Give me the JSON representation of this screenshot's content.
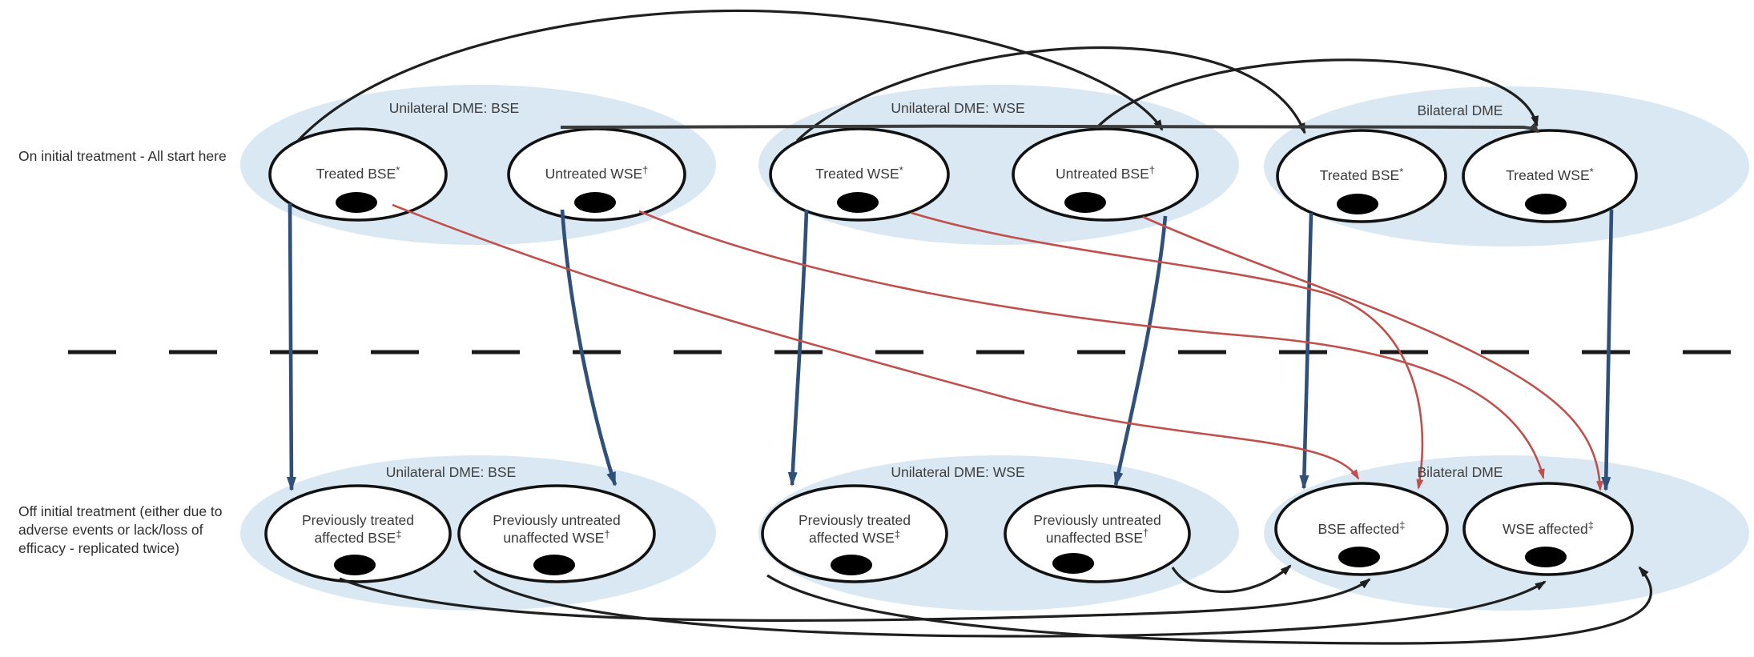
{
  "side_labels": {
    "top": "On initial treatment - All start here",
    "bottom": [
      "Off initial treatment (either due to",
      "adverse events or lack/loss of",
      "efficacy - replicated twice)"
    ]
  },
  "groups": {
    "top": [
      "Unilateral DME: BSE",
      "Unilateral DME: WSE",
      "Bilateral DME"
    ],
    "bottom": [
      "Unilateral DME: BSE",
      "Unilateral DME: WSE",
      "Bilateral DME"
    ]
  },
  "nodes": {
    "t1": {
      "label": "Treated BSE",
      "sup": "*"
    },
    "t2": {
      "label": "Untreated WSE",
      "sup": "†"
    },
    "t3": {
      "label": "Treated WSE",
      "sup": "*"
    },
    "t4": {
      "label": "Untreated BSE",
      "sup": "†"
    },
    "t5": {
      "label": "Treated BSE",
      "sup": "*"
    },
    "t6": {
      "label": "Treated WSE",
      "sup": "*"
    },
    "b1": {
      "line1": "Previously treated",
      "line2": "affected BSE",
      "sup": "‡"
    },
    "b2": {
      "line1": "Previously untreated",
      "line2": "unaffected WSE",
      "sup": "†"
    },
    "b3": {
      "line1": "Previously treated",
      "line2": "affected WSE",
      "sup": "‡"
    },
    "b4": {
      "line1": "Previously untreated",
      "line2": "unaffected BSE",
      "sup": "†"
    },
    "b5": {
      "label": "BSE affected",
      "sup": "‡"
    },
    "b6": {
      "label": "WSE affected",
      "sup": "‡"
    }
  },
  "colors": {
    "group_fill": "#d9e8f2",
    "node_fill": "#ffffff",
    "node_stroke": "#121212",
    "on_treatment_arrow": "#30507a",
    "to_bilateral_arrow": "#c0504d",
    "off_treatment_arrow": "#1f1f1f",
    "divider": "#191919",
    "text": "#3b3b3b"
  }
}
